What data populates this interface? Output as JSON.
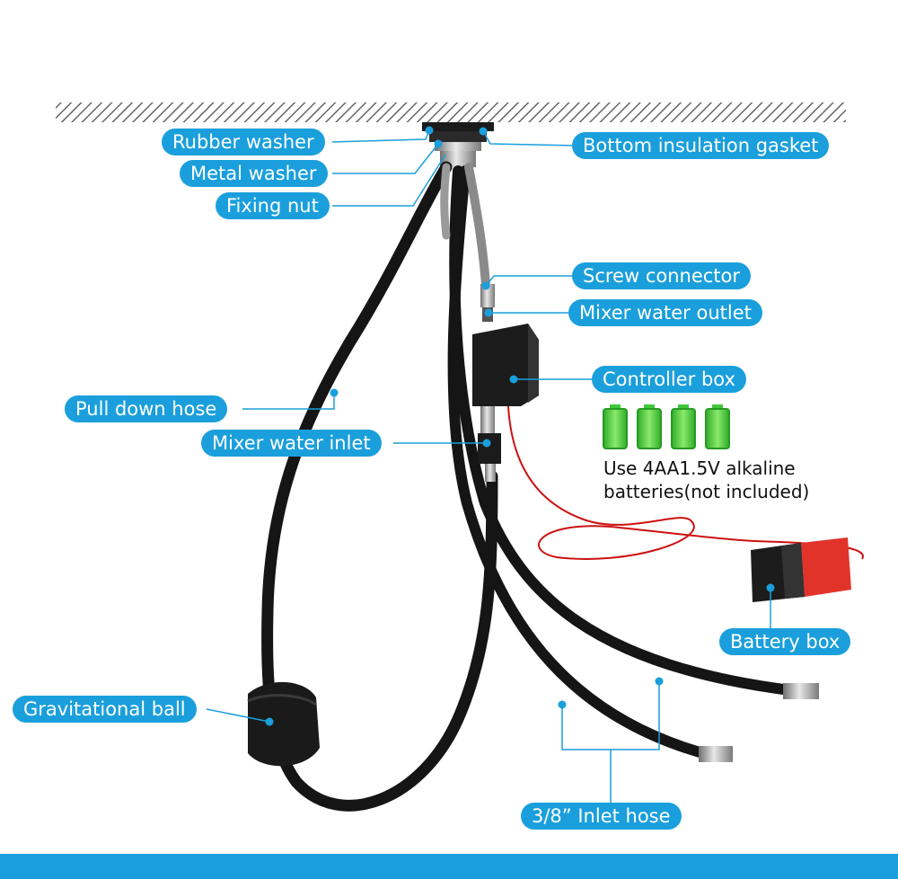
{
  "colors": {
    "accent": "#1a9fdc",
    "hose": "#151515",
    "wire": "#cc1111",
    "battery_green": "#3fc93a",
    "battery_cap": "#e2332a"
  },
  "labels": {
    "rubber_washer": "Rubber washer",
    "metal_washer": "Metal washer",
    "fixing_nut": "Fixing nut",
    "bottom_insulation_gasket": "Bottom insulation gasket",
    "screw_connector": "Screw connector",
    "mixer_water_outlet": "Mixer water outlet",
    "controller_box": "Controller box",
    "pull_down_hose": "Pull down hose",
    "mixer_water_inlet": "Mixer water inlet",
    "battery_box": "Battery box",
    "gravitational_ball": "Gravitational ball",
    "inlet_hose": "3/8”  Inlet hose"
  },
  "battery_note": {
    "line1": "Use 4AA1.5V alkaline",
    "line2": "batteries(not included)"
  },
  "battery_icons": {
    "count": 4
  }
}
